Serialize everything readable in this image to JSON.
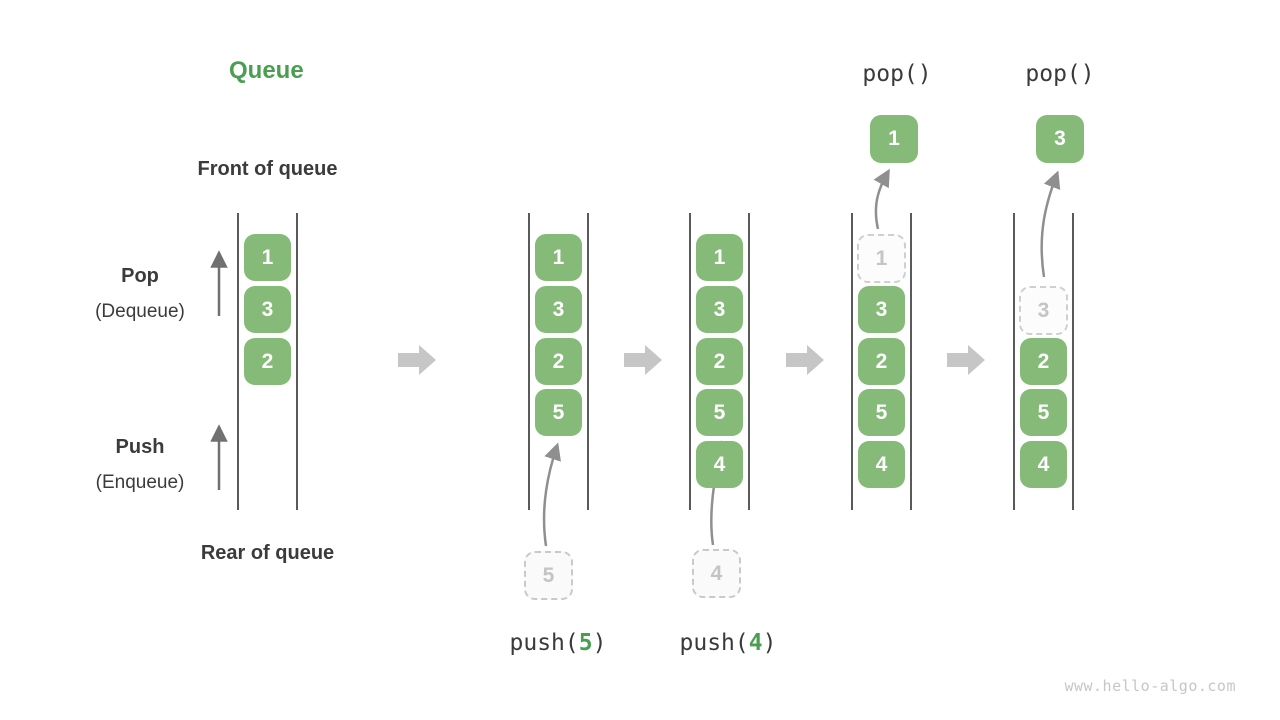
{
  "title": {
    "text": "Queue",
    "color": "#4a9e52"
  },
  "watermark": "www.hello-algo.com",
  "side_labels": {
    "front": "Front of queue",
    "pop_main": "Pop",
    "pop_sub": "(Dequeue)",
    "push_main": "Push",
    "push_sub": "(Enqueue)",
    "rear": "Rear of queue"
  },
  "colors": {
    "item_green": "#86ba79",
    "accent_green": "#4a9e52",
    "ghost_gray": "#c9c9c9",
    "flow_arrow_gray": "#c6c6c6",
    "queue_line_gray": "#5a5a5a",
    "text_dark": "#3b3b3b"
  },
  "states": [
    {
      "items": [
        "1",
        "3",
        "2"
      ]
    },
    {
      "items": [
        "1",
        "3",
        "2",
        "5"
      ],
      "pending": "5",
      "op": {
        "prefix": "push(",
        "arg": "5",
        "suffix": ")"
      }
    },
    {
      "items": [
        "1",
        "3",
        "2",
        "5",
        "4"
      ],
      "pending": "4",
      "op": {
        "prefix": "push(",
        "arg": "4",
        "suffix": ")"
      }
    },
    {
      "ghost": "1",
      "items": [
        "3",
        "2",
        "5",
        "4"
      ],
      "popped": "1",
      "op_label": "pop()"
    },
    {
      "ghost": "3",
      "items": [
        "2",
        "5",
        "4"
      ],
      "popped": "3",
      "op_label": "pop()"
    }
  ]
}
